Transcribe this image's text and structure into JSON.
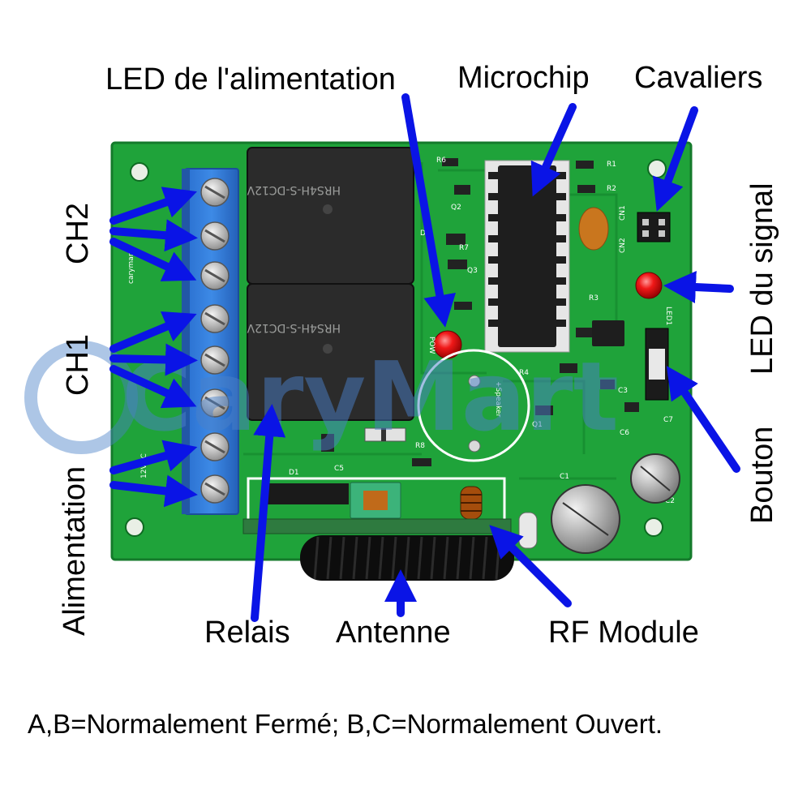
{
  "colors": {
    "pcb": "#1fa33a",
    "pcb_dark": "#147a2b",
    "terminal": "#2f7ad9",
    "relay": "#2b2b2b",
    "arrow": "#0a14e6",
    "led": "#e01010",
    "watermark": "#4a80c8"
  },
  "labels": {
    "power_led": "LED de l'alimentation",
    "microchip": "Microchip",
    "jumpers": "Cavaliers",
    "signal_led": "LED du signal",
    "button": "Bouton",
    "rf_module": "RF Module",
    "antenna": "Antenne",
    "relay": "Relais",
    "power": "Alimentation",
    "ch1": "CH1",
    "ch2": "CH2"
  },
  "pcb_silkscreen": {
    "brand": "carymart",
    "power_marking": "12VDC",
    "cn1": "CN1",
    "cn2": "CN2",
    "led1": "LED1",
    "power_led_mark": "POW",
    "speaker": "+Speaker",
    "relay_model": "HRS4H-S-DC12V",
    "refs": [
      "R1",
      "R2",
      "R3",
      "R4",
      "R6",
      "R7",
      "R8",
      "C1",
      "C2",
      "C3",
      "C5",
      "C6",
      "C7",
      "Q1",
      "Q2",
      "Q3",
      "D1",
      "D2"
    ]
  },
  "watermark": "CaryMart",
  "footer": "A,B=Normalement Fermé; B,C=Normalement Ouvert.",
  "icons": [
    "arrow-icon",
    "screw-icon",
    "led-icon",
    "jumper-icon",
    "coil-icon"
  ]
}
